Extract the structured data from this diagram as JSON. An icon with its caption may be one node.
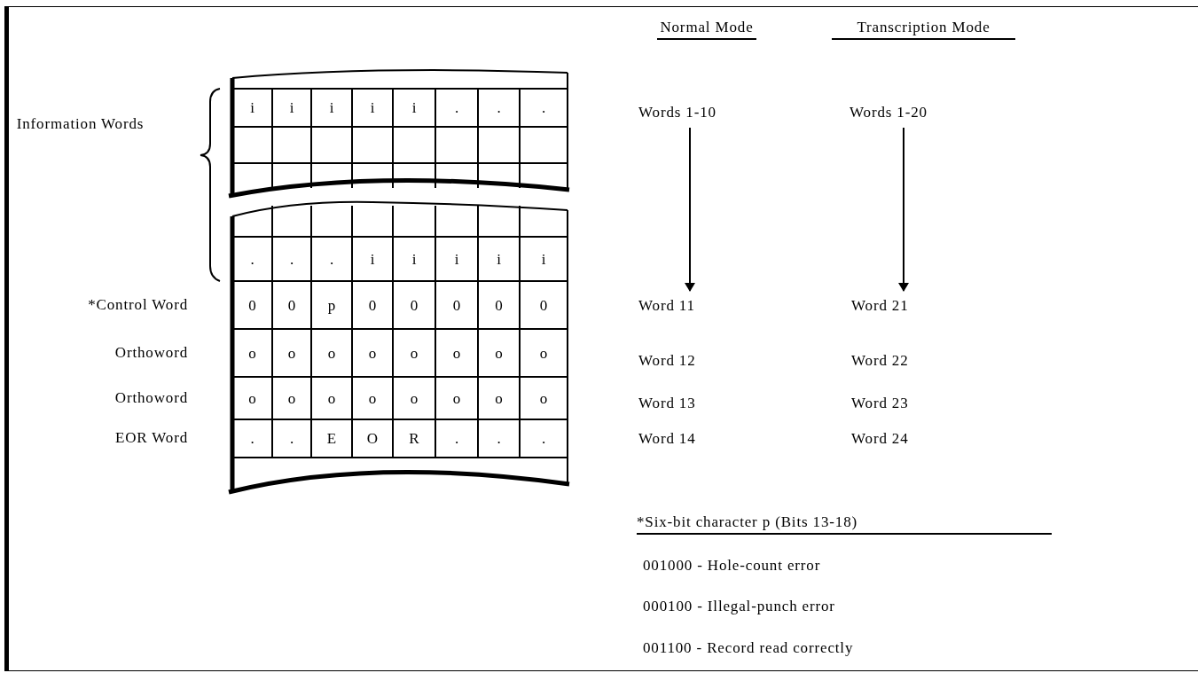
{
  "diagram": {
    "nodes": [
      {
        "text": [
          "Words 1-10"
        ]
      },
      {
        "text": [
          "Word 11"
        ]
      },
      {
        "text": [
          "Words 1-20"
        ]
      },
      {
        "text": [
          "Word 21"
        ]
      }
    ],
    "edges": [
      {
        "from": 0,
        "to": 1,
        "arrow": "to"
      },
      {
        "from": 2,
        "to": 3,
        "arrow": "to"
      }
    ],
    "labels": [
      "Normal Mode",
      "Transcription Mode",
      "Information Words",
      "i",
      "i",
      "i",
      "i",
      "i",
      ".",
      ".",
      ".",
      ".",
      ".",
      ".",
      "i",
      "i",
      "i",
      "i",
      "i",
      "*Control Word",
      "0",
      "0",
      "p",
      "0",
      "0",
      "0",
      "0",
      "0",
      "Orthoword",
      "o",
      "o",
      "o",
      "o",
      "o",
      "o",
      "o",
      "o",
      "Word 12",
      "Word 22",
      "Orthoword",
      "o",
      "o",
      "o",
      "o",
      "o",
      "o",
      "o",
      "o",
      "Word 13",
      "Word 23",
      "EOR Word",
      ".",
      ".",
      "E",
      "O",
      "R",
      ".",
      ".",
      ".",
      "Word 14",
      "Word 24",
      "*Six-bit character p (Bits 13-18)",
      "001000 - Hole-count error",
      "000100 - Illegal-punch error",
      "001100 - Record read correctly"
    ]
  }
}
